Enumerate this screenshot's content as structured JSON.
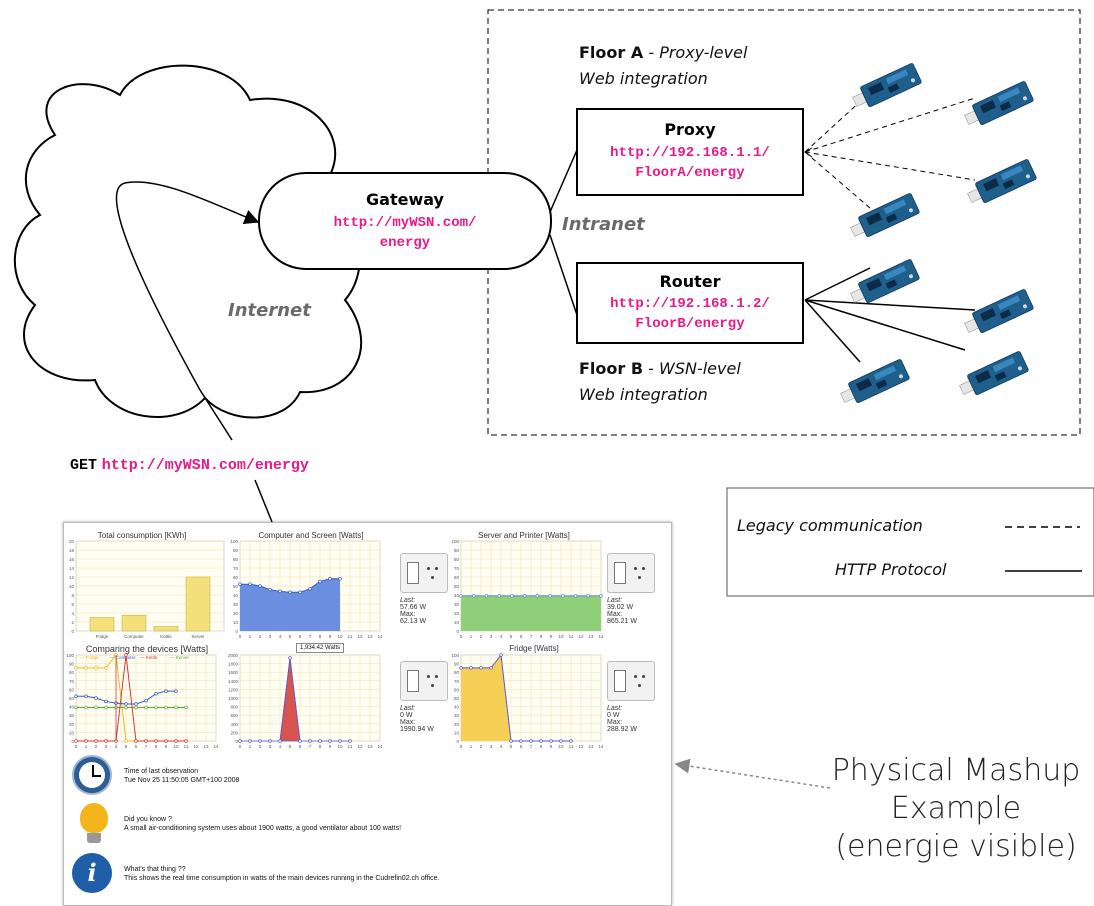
{
  "gateway": {
    "title": "Gateway",
    "url_line1": "http://myWSN.com/",
    "url_line2": "energy"
  },
  "proxy": {
    "title": "Proxy",
    "url_line1": "http://192.168.1.1/",
    "url_line2": "FloorA/energy"
  },
  "router": {
    "title": "Router",
    "url_line1": "http://192.168.1.2/",
    "url_line2": "FloorB/energy"
  },
  "floor_a": {
    "bold": "Floor A",
    "rest": " - Proxy-level",
    "line2": "Web integration"
  },
  "floor_b": {
    "bold": "Floor B",
    "rest": " - WSN-level",
    "line2": "Web integration"
  },
  "labels": {
    "intranet": "Intranet",
    "internet": "Internet"
  },
  "request": {
    "method": "GET",
    "url": "http://myWSN.com/energy"
  },
  "legend": {
    "legacy": "Legacy communication",
    "http": "HTTP Protocol"
  },
  "caption": {
    "line1": "Physical Mashup",
    "line2": "Example",
    "line3": "(energie visible)"
  },
  "colors": {
    "url_pink": "#e8198b",
    "sensor_board": "#1f5f8c"
  },
  "screenshot": {
    "charts": {
      "total": {
        "title": "Total consumption [KWh]",
        "categories": [
          "Fridge",
          "Computer",
          "Kettle",
          "Server"
        ],
        "values": [
          3,
          3.5,
          1,
          12
        ],
        "ymax": 20,
        "yticks": [
          "0",
          "2",
          "4",
          "6",
          "8",
          "10",
          "12",
          "14",
          "16",
          "18",
          "20"
        ]
      },
      "computer": {
        "title": "Computer and Screen [Watts]",
        "values": [
          52,
          52,
          50,
          46,
          44,
          43,
          43,
          47,
          55,
          58,
          58
        ],
        "ymax": 100,
        "last_label": "Last:",
        "last": "57.66 W",
        "max_label": "Max:",
        "max": "62.13 W"
      },
      "server": {
        "title": "Server and Printer [Watts]",
        "values": [
          39,
          39,
          39,
          39,
          39,
          39,
          39,
          39,
          39,
          39,
          39,
          39
        ],
        "ymax": 100,
        "last_label": "Last:",
        "last": "39.02 W",
        "max_label": "Max:",
        "max": "865.21 W"
      },
      "compare": {
        "title": "Comparing the devices [Watts]",
        "legend": [
          "Fridge",
          "Computer",
          "Kettle",
          "Server"
        ]
      },
      "kettle": {
        "title": "Kettle [Watts]",
        "tooltip": "1,934.42 Watts",
        "values": [
          0,
          0,
          0,
          0,
          0,
          1934,
          0,
          0,
          0,
          0,
          0,
          0
        ],
        "ymax": 2000,
        "last_label": "Last:",
        "last": "0 W",
        "max_label": "Max:",
        "max": "1990.94 W"
      },
      "fridge": {
        "title": "Fridge [Watts]",
        "values": [
          85,
          85,
          85,
          85,
          100,
          0,
          0,
          0,
          0,
          0,
          0,
          0
        ],
        "ymax": 100,
        "last_label": "Last:",
        "last": "0 W",
        "max_label": "Max:",
        "max": "288.92 W"
      }
    },
    "info": [
      {
        "icon": "clock-icon",
        "title": "Time of last observation",
        "text": "Tue Nov 25 11:50:05 GMT+100 2008"
      },
      {
        "icon": "lightbulb-icon",
        "title": "Did you know ?",
        "text": "A small air-conditioning system uses about 1900 watts, a good ventilator about 100 watts!"
      },
      {
        "icon": "info-icon",
        "title": "What's that thing ??",
        "text": "This shows the real time consumption in watts of the main devices running in the Cudrefin02.ch office."
      }
    ]
  }
}
